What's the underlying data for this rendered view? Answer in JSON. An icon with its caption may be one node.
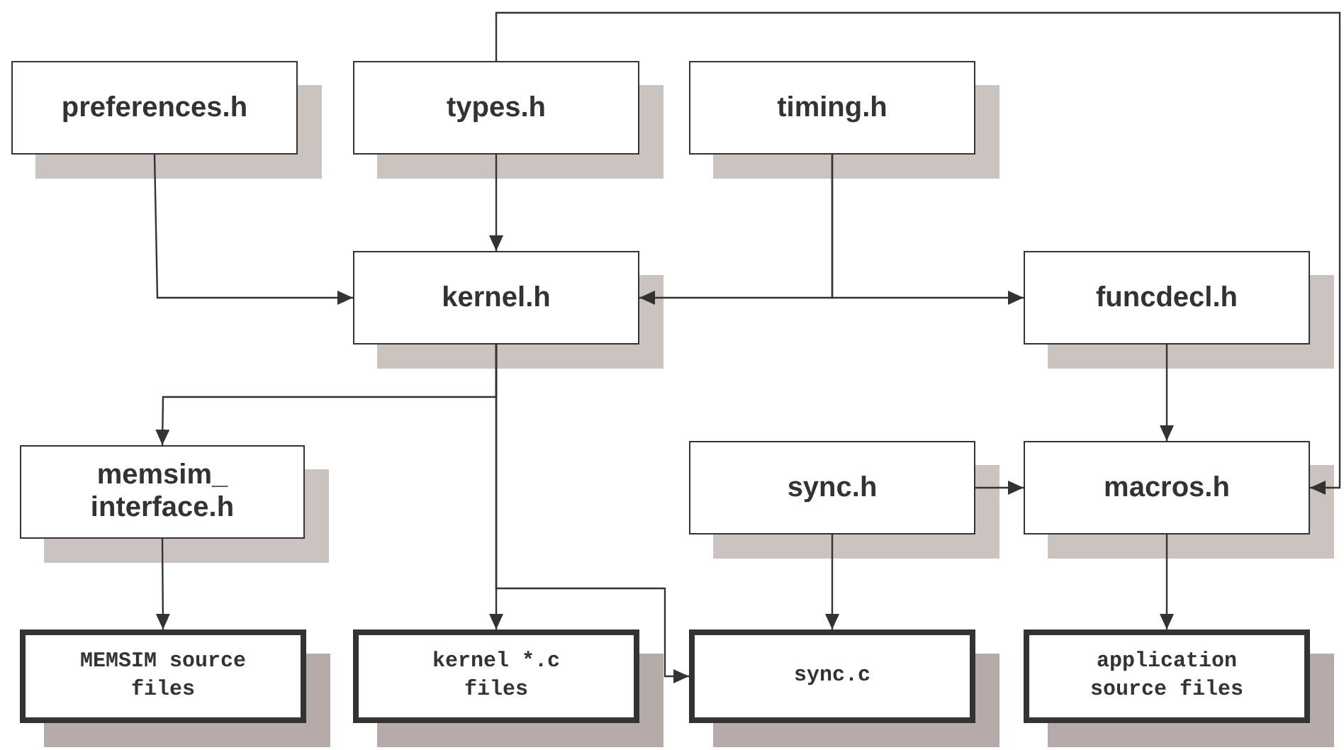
{
  "diagram": {
    "nodes": [
      {
        "text": [
          "preferences.h"
        ]
      },
      {
        "text": [
          "types.h"
        ]
      },
      {
        "text": [
          "timing.h"
        ]
      },
      {
        "text": [
          "kernel.h"
        ]
      },
      {
        "text": [
          "funcdecl.h"
        ]
      },
      {
        "text": [
          "memsim_ interface.h"
        ]
      },
      {
        "text": [
          "sync.h"
        ]
      },
      {
        "text": [
          "macros.h"
        ]
      },
      {
        "text": [
          "MEMSIM source files"
        ]
      },
      {
        "text": [
          "kernel *.c files"
        ]
      },
      {
        "text": [
          "sync.c"
        ]
      },
      {
        "text": [
          "application source files"
        ]
      }
    ],
    "edges": [
      {
        "from": 0,
        "to": 3,
        "arrow": "to"
      },
      {
        "from": 1,
        "to": 3,
        "arrow": "to"
      },
      {
        "from": 2,
        "to": 3,
        "arrow": "to"
      },
      {
        "from": 2,
        "to": 4,
        "arrow": "to"
      },
      {
        "from": 3,
        "to": 5,
        "arrow": "to"
      },
      {
        "from": 3,
        "to": 9,
        "arrow": "to"
      },
      {
        "from": 3,
        "to": 10,
        "arrow": "to"
      },
      {
        "from": 1,
        "to": 7,
        "arrow": "to"
      },
      {
        "from": 4,
        "to": 7,
        "arrow": "to"
      },
      {
        "from": 6,
        "to": 7,
        "arrow": "to"
      },
      {
        "from": 5,
        "to": 8,
        "arrow": "to"
      },
      {
        "from": 6,
        "to": 10,
        "arrow": "to"
      },
      {
        "from": 7,
        "to": 11,
        "arrow": "to"
      }
    ]
  }
}
